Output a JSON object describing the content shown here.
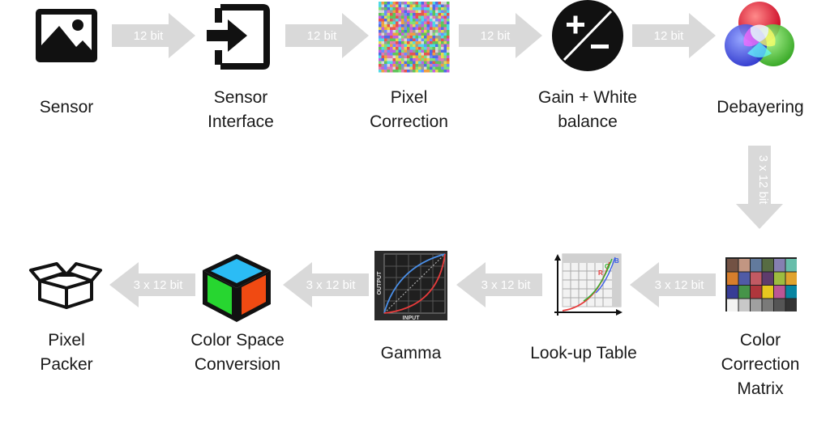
{
  "nodes": {
    "sensor": {
      "label": [
        "Sensor"
      ]
    },
    "sensor_interface": {
      "label": [
        "Sensor",
        "Interface"
      ]
    },
    "pixel_correction": {
      "label": [
        "Pixel",
        "Correction"
      ]
    },
    "gain_white_balance": {
      "label": [
        "Gain + White",
        "balance"
      ]
    },
    "debayering": {
      "label": [
        "Debayering"
      ]
    },
    "color_correction_matrix": {
      "label": [
        "Color",
        "Correction",
        "Matrix"
      ]
    },
    "lookup_table": {
      "label": [
        "Look-up Table"
      ]
    },
    "gamma": {
      "label": [
        "Gamma"
      ],
      "axis_output": "OUTPUT",
      "axis_input": "INPUT"
    },
    "color_space_conversion": {
      "label": [
        "Color Space",
        "Conversion"
      ]
    },
    "pixel_packer": {
      "label": [
        "Pixel",
        "Packer"
      ]
    }
  },
  "arrows": {
    "a1": "12 bit",
    "a2": "12 bit",
    "a3": "12 bit",
    "a4": "12 bit",
    "a5": "3 x 12 bit",
    "a6": "3 x 12 bit",
    "a7": "3 x 12 bit",
    "a8": "3 x 12 bit",
    "a9": "3 x 12 bit"
  },
  "lut_icon": {
    "curve_labels": [
      "B",
      "G",
      "R"
    ]
  },
  "colors": {
    "arrow": "#d9d9d9",
    "text": "#1a1a1a",
    "icon_dark": "#111111"
  }
}
